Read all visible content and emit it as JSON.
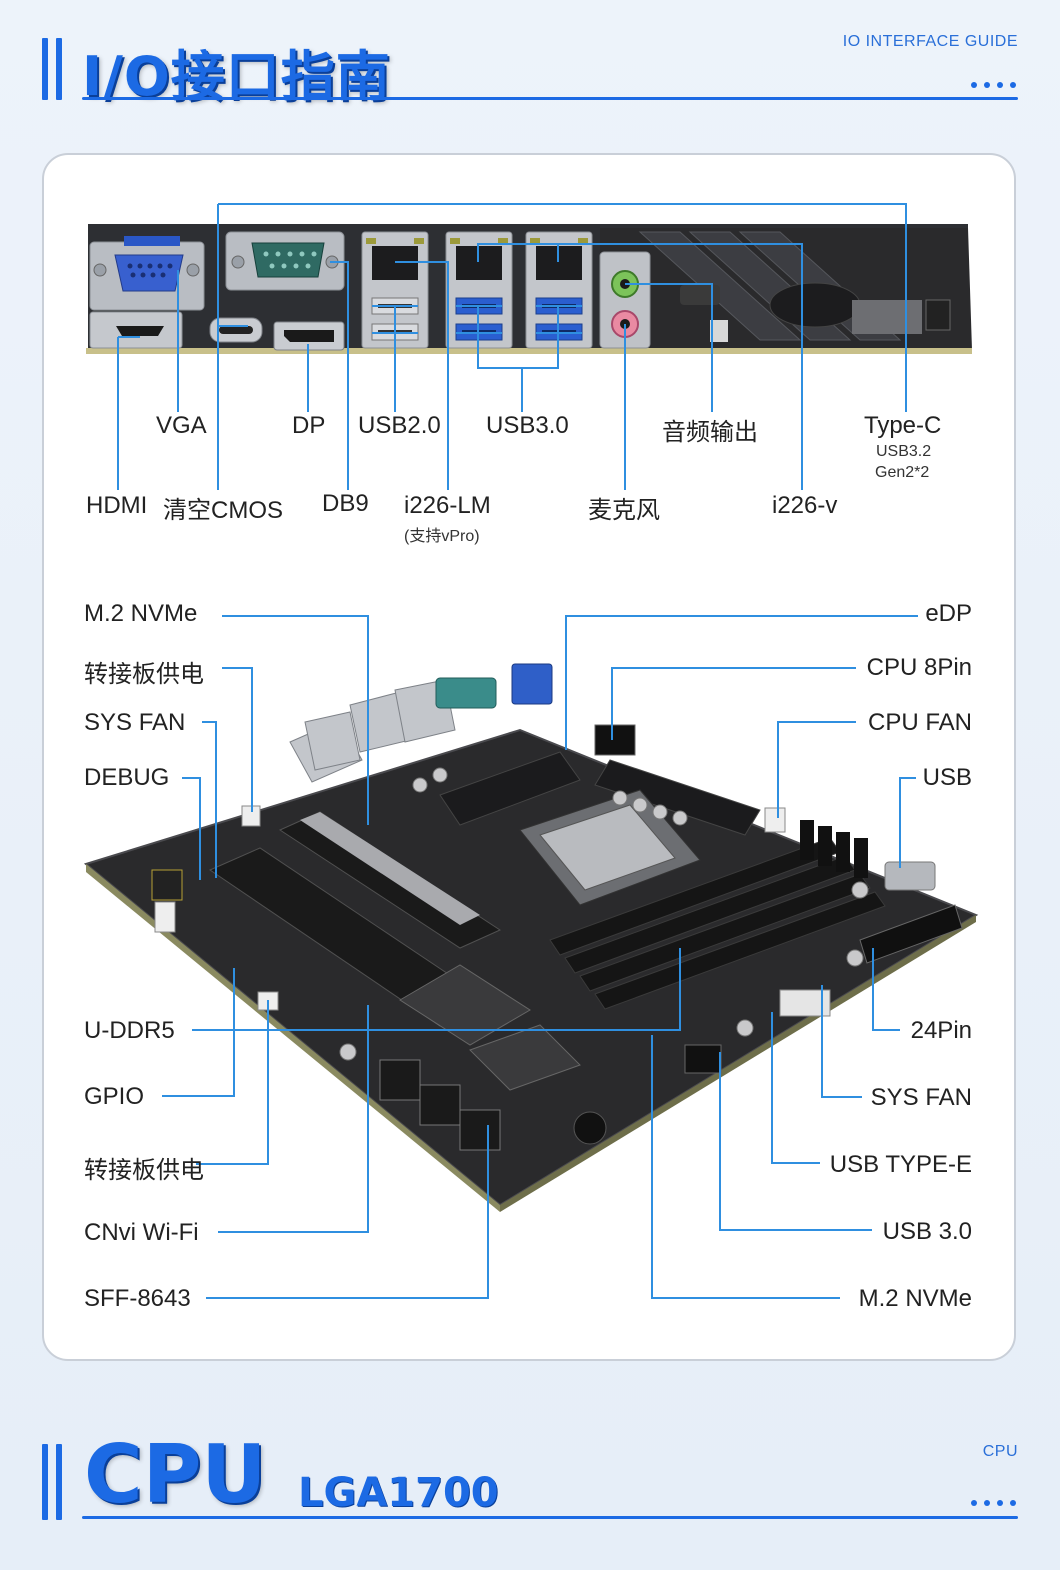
{
  "io_header": {
    "title": "I/O接口指南",
    "subtitle": "IO INTERFACE GUIDE"
  },
  "io_labels": {
    "vga": "VGA",
    "dp": "DP",
    "usb20": "USB2.0",
    "usb30": "USB3.0",
    "audio_out": "音频输出",
    "typec": "Type-C",
    "typec_sub1": "USB3.2",
    "typec_sub2": "Gen2*2",
    "hdmi": "HDMI",
    "clear_cmos": "清空CMOS",
    "db9": "DB9",
    "i226lm": "i226-LM",
    "i226lm_sub": "(支持vPro)",
    "mic": "麦克风",
    "i226v": "i226-v"
  },
  "board_left_labels": [
    "M.2 NVMe",
    "转接板供电",
    "SYS FAN",
    "DEBUG",
    "U-DDR5",
    "GPIO",
    "转接板供电",
    "CNvi Wi-Fi",
    "SFF-8643"
  ],
  "board_right_labels": [
    "eDP",
    "CPU 8Pin",
    "CPU FAN",
    "USB",
    "24Pin",
    "SYS FAN",
    "USB TYPE-E",
    "USB 3.0",
    "M.2 NVMe"
  ],
  "cpu_header": {
    "title": "CPU",
    "model": "LGA1700",
    "subtitle": "CPU"
  },
  "colors": {
    "accent": "#1c6ae4",
    "callout_line": "#2f8fe0",
    "pcb": "#2a2a2c",
    "board_gold": "#c8c08a"
  }
}
